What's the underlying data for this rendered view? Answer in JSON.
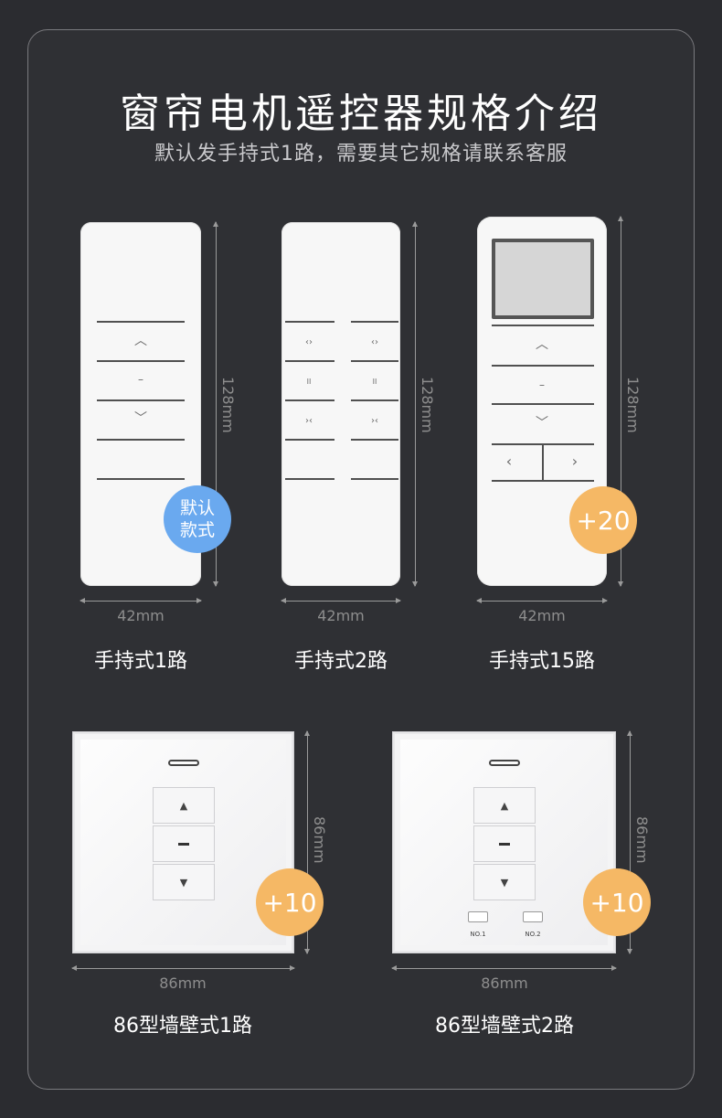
{
  "title": "窗帘电机遥控器规格介绍",
  "subtitle": "默认发手持式1路，需要其它规格请联系客服",
  "remotes": [
    {
      "caption": "手持式1路",
      "width_label": "42mm",
      "height_label": "128mm",
      "badge": "默认\n款式"
    },
    {
      "caption": "手持式2路",
      "width_label": "42mm",
      "height_label": "128mm"
    },
    {
      "caption": "手持式15路",
      "width_label": "42mm",
      "height_label": "128mm",
      "badge": "+20"
    }
  ],
  "panels": [
    {
      "caption": "86型墙壁式1路",
      "width_label": "86mm",
      "height_label": "86mm",
      "badge": "+10"
    },
    {
      "caption": "86型墙壁式2路",
      "width_label": "86mm",
      "height_label": "86mm",
      "badge": "+10",
      "switch_labels": [
        "NO.1",
        "NO.2"
      ]
    }
  ],
  "icons": {
    "up": "︿",
    "down": "﹀",
    "stop": "–",
    "left": "‹",
    "right": "›",
    "pair": "‹›",
    "pause": "II",
    "close": "›‹",
    "tri_up": "▲",
    "tri_down": "▼"
  },
  "colors": {
    "background": "#2b2c30",
    "blue_badge": "#6aa9ef",
    "orange_badge": "#f5b865"
  }
}
